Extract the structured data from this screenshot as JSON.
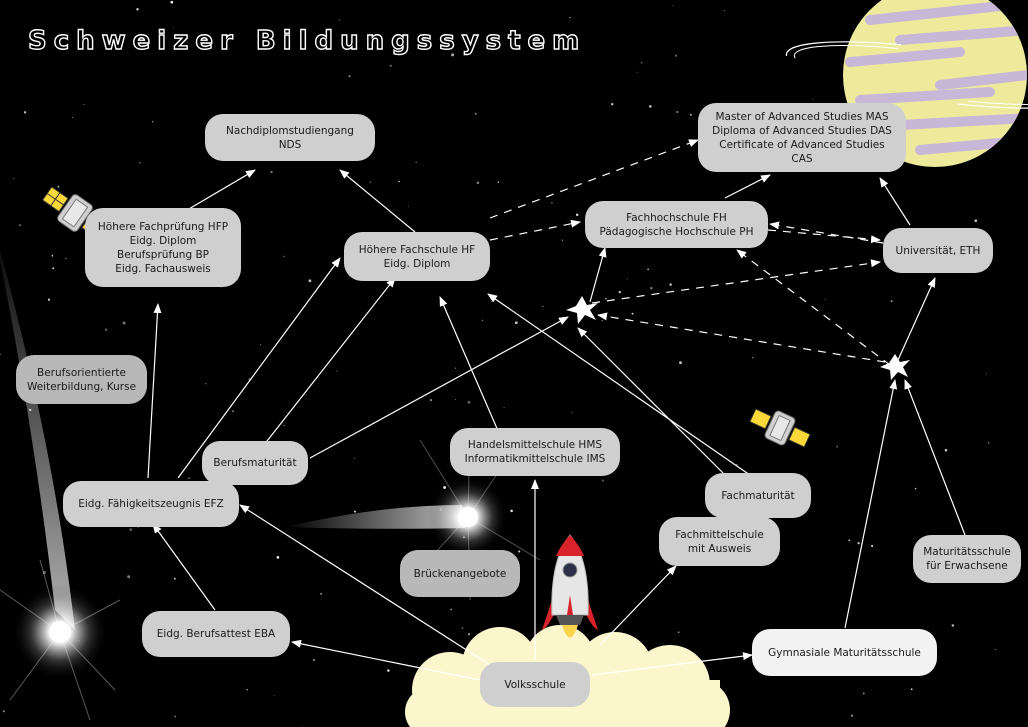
{
  "title": "Schweizer Bildungssystem",
  "nodes": {
    "nds": "Nachdiplomstudiengang NDS",
    "mas": "Master of Advanced Studies MAS\nDiploma of Advanced Studies DAS\nCertificate of Advanced Studies CAS",
    "hfp": "Höhere Fachprüfung HFP\nEidg. Diplom\nBerufsprüfung BP\nEidg. Fachausweis",
    "hf": "Höhere Fachschule HF\nEidg. Diplom",
    "fh": "Fachhochschule FH\nPädagogische Hochschule PH",
    "uni": "Universität, ETH",
    "weiterbildung": "Berufsorientierte\nWeiterbildung, Kurse",
    "berufsmaturitaet": "Berufsmaturität",
    "efz": "Eidg. Fähigkeitszeugnis EFZ",
    "hms": "Handelsmittelschule HMS\nInformatikmittelschule IMS",
    "fachmaturitaet": "Fachmaturität",
    "fms": "Fachmittelschule\nmit Ausweis",
    "maturitaetsschule_erw": "Maturitätsschule\nfür Erwachsene",
    "brueckenangebote": "Brückenangebote",
    "eba": "Eidg. Berufsattest EBA",
    "gymnasium": "Gymnasiale Maturitätsschule",
    "volksschule": "Volksschule"
  },
  "colors": {
    "background": "#000000",
    "box_light": "#d9d9d9",
    "box_white": "#f2f2f2",
    "box_grey": "#b8b8b8",
    "planet": "#eeea9c",
    "planet_stripes": "#c8b7d6",
    "cloud": "#fbf6cc",
    "rocket_red": "#d8232a"
  },
  "decorations": [
    "planet-saturn",
    "satellite-icon",
    "satellite-icon",
    "comet",
    "comet",
    "rocket-icon",
    "cloud",
    "sparkle-star",
    "sparkle-star",
    "stars"
  ]
}
